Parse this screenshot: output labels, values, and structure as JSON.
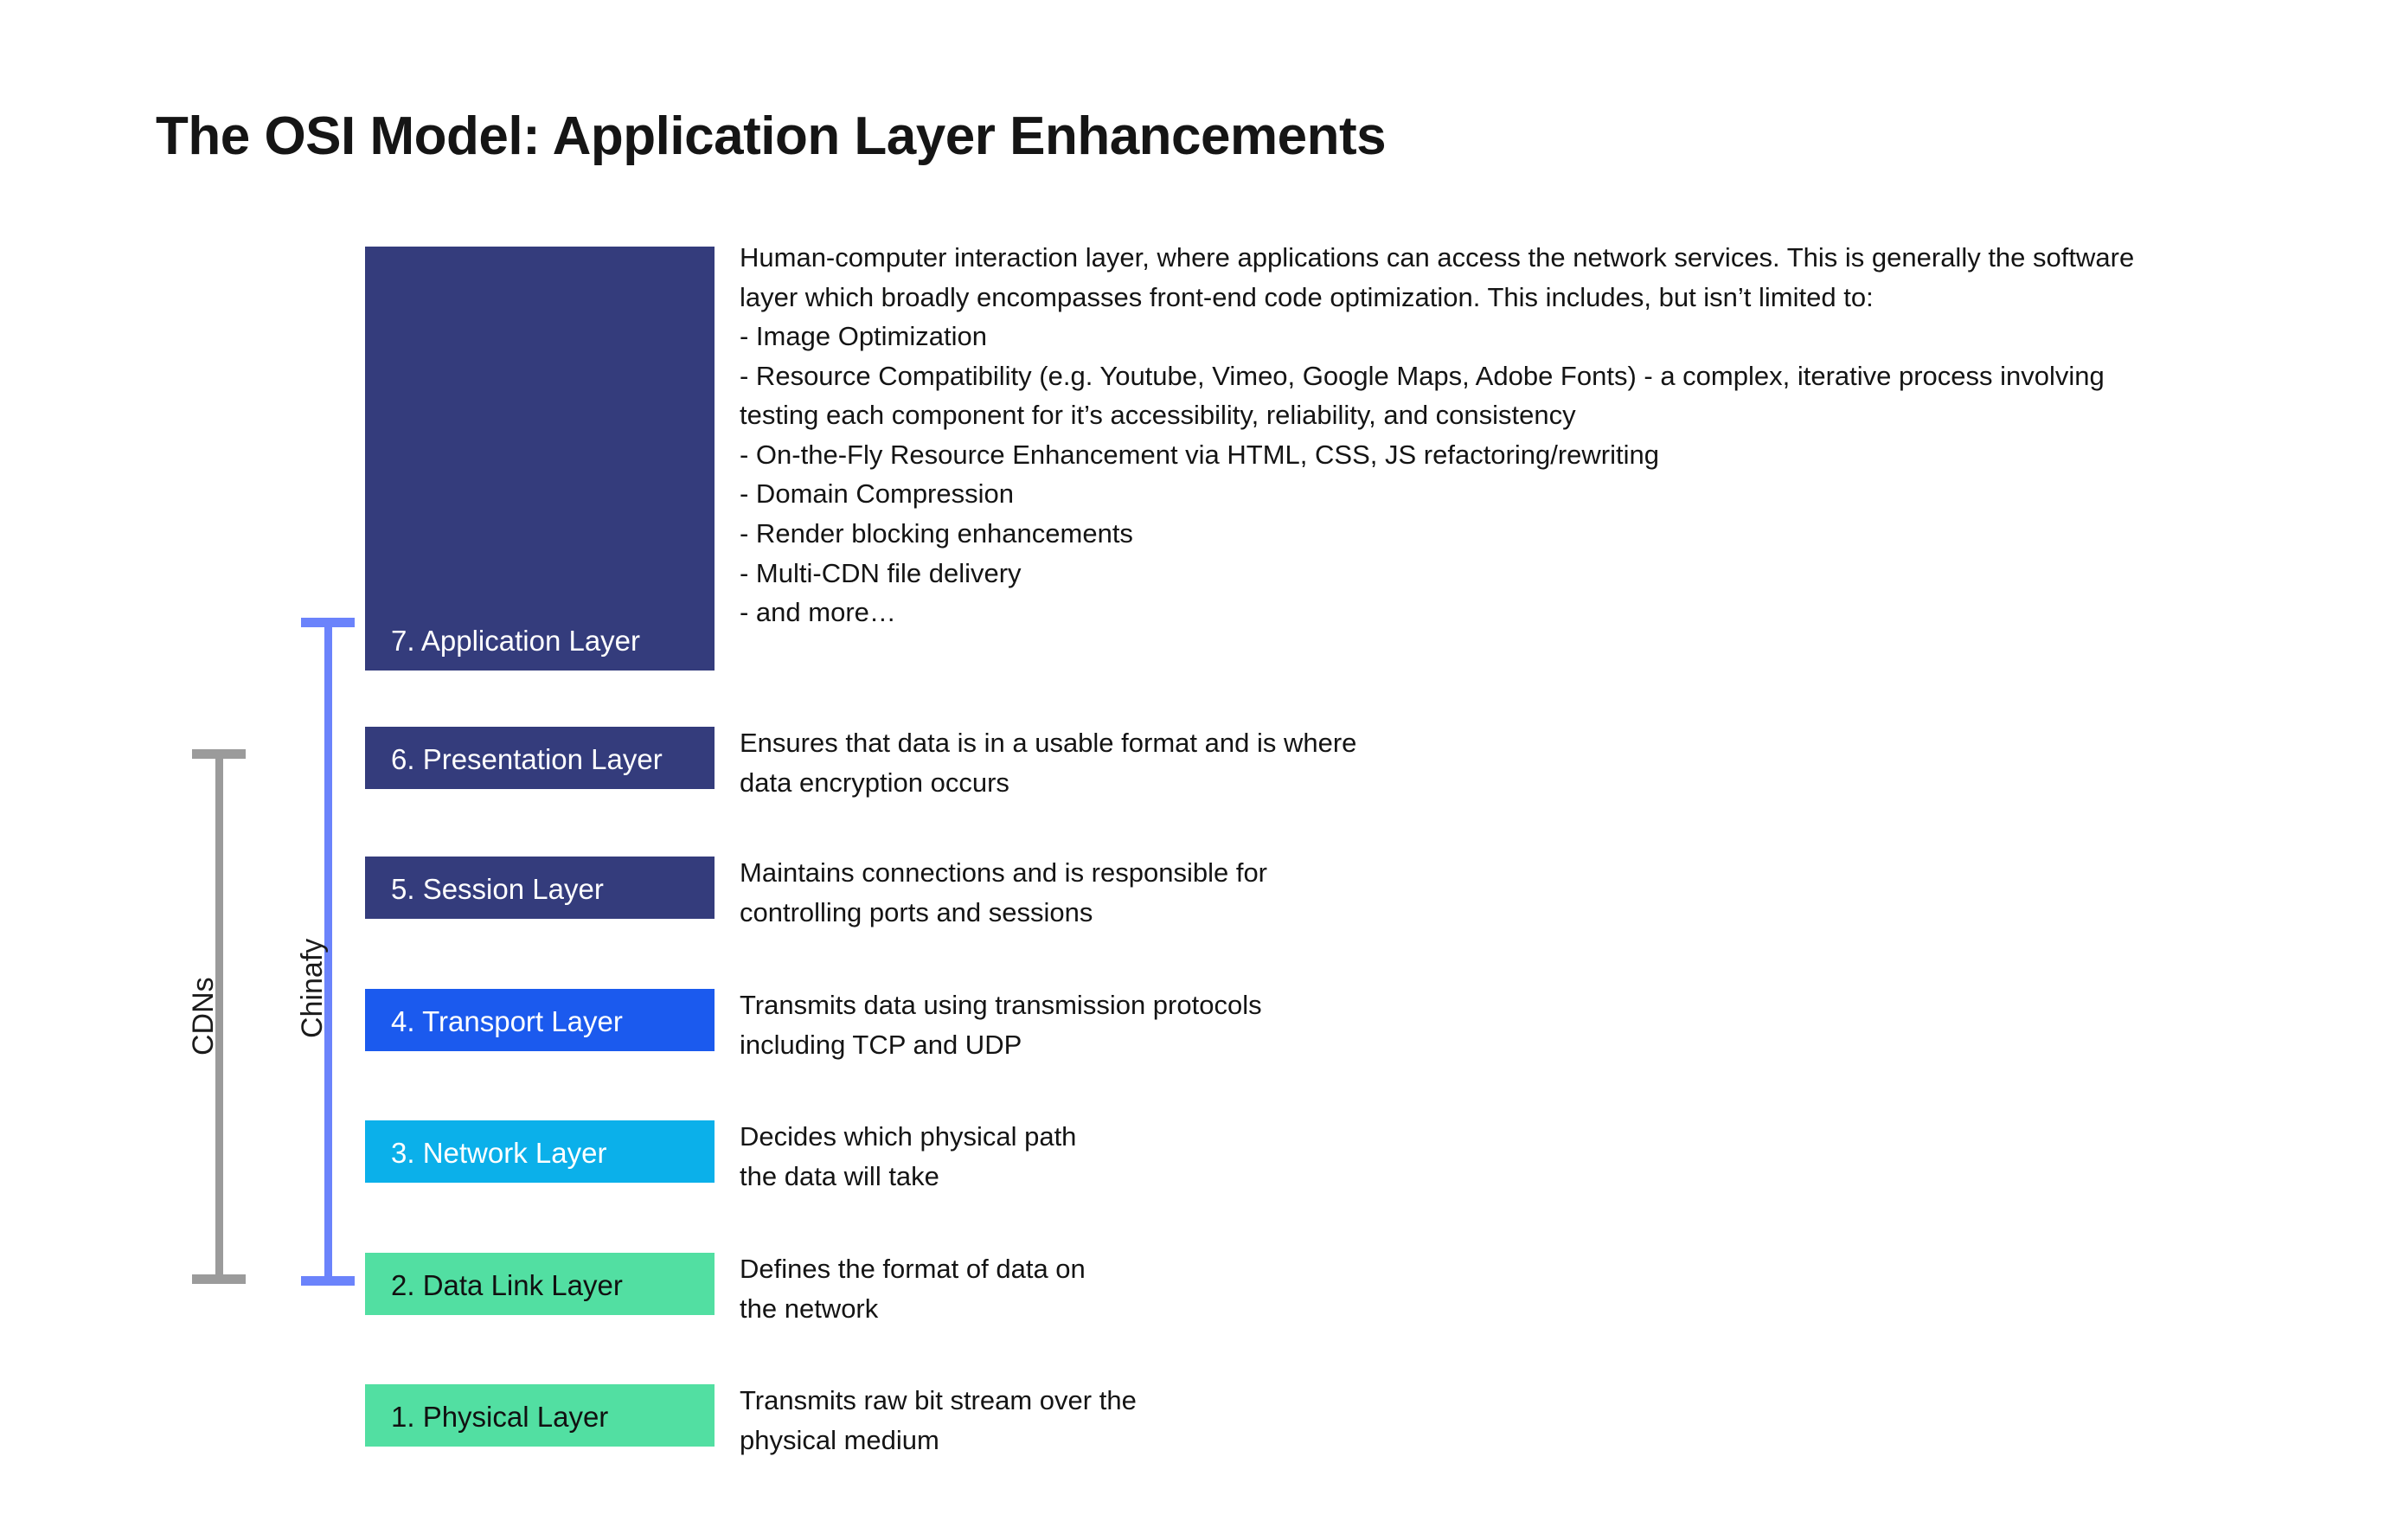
{
  "title": "The OSI Model: Application Layer Enhancements",
  "brackets": [
    {
      "name": "cdns",
      "label": "CDNs",
      "color": "#9b9b9b"
    },
    {
      "name": "chinafy",
      "label": "Chinafy",
      "color": "#6b83fb"
    }
  ],
  "layers": [
    {
      "number": 7,
      "label": "7. Application Layer",
      "color": "#343c7c",
      "description": "Human-computer interaction layer, where applications can access the network services. This is generally the software layer which broadly encompasses front-end code optimization. This includes, but isn’t limited to:\n- Image Optimization\n- Resource Compatibility (e.g. Youtube, Vimeo, Google Maps, Adobe Fonts) - a complex, iterative process involving testing each component for it’s accessibility, reliability, and consistency\n- On-the-Fly Resource Enhancement via HTML, CSS, JS refactoring/rewriting\n- Domain Compression\n- Render blocking enhancements\n- Multi-CDN file delivery\n- and more…"
    },
    {
      "number": 6,
      "label": "6. Presentation Layer",
      "color": "#343c7c",
      "description": "Ensures that data is in a usable format and is where\ndata encryption occurs"
    },
    {
      "number": 5,
      "label": "5. Session Layer",
      "color": "#343c7c",
      "description": "Maintains connections and is responsible for\ncontrolling ports and sessions"
    },
    {
      "number": 4,
      "label": "4. Transport Layer",
      "color": "#1b5aee",
      "description": "Transmits data using transmission protocols\nincluding TCP and UDP"
    },
    {
      "number": 3,
      "label": "3. Network Layer",
      "color": "#0bb0ea",
      "description": "Decides which physical path\nthe data will take"
    },
    {
      "number": 2,
      "label": "2. Data Link Layer",
      "color": "#52dfa2",
      "description": "Defines the format of data on\nthe network"
    },
    {
      "number": 1,
      "label": "1. Physical Layer",
      "color": "#52dfa2",
      "description": "Transmits raw bit stream over the\nphysical medium"
    }
  ]
}
